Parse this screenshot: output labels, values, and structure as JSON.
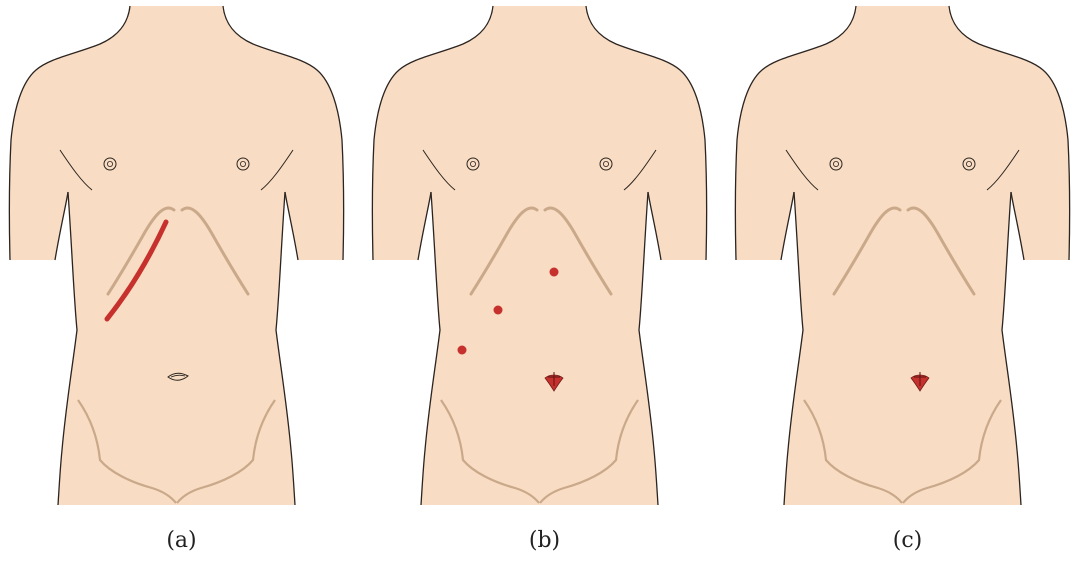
{
  "colors": {
    "skin": "#f8dcc3",
    "outline": "#2b2420",
    "fold": "#c9a98a",
    "incision": "#c7312d",
    "background": "#ffffff"
  },
  "panels": [
    {
      "caption": "(a)",
      "marking": "subcostal-incision",
      "umbilicus": "intact"
    },
    {
      "caption": "(b)",
      "marking": "port-dots",
      "port_count": 3,
      "umbilicus": "incised"
    },
    {
      "caption": "(c)",
      "marking": "none",
      "umbilicus": "incised"
    }
  ]
}
